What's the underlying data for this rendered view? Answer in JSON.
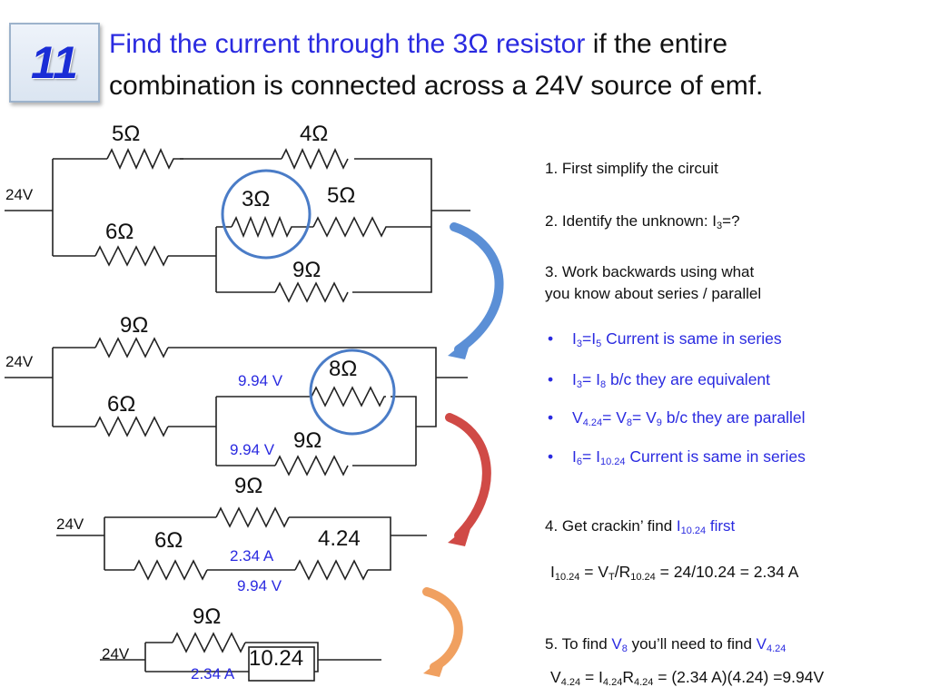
{
  "badge": {
    "number": "11"
  },
  "title": {
    "highlight": "Find the current through the 3Ω resistor",
    "rest_line1": " if the entire",
    "line2": "combination is connected across a 24V source of emf."
  },
  "diagram1": {
    "source": "24V",
    "r_top_left": "5Ω",
    "r_top_right": "4Ω",
    "r_mid_a": "3Ω",
    "r_mid_b": "5Ω",
    "r_left": "6Ω",
    "r_bottom": "9Ω"
  },
  "diagram2": {
    "source": "24V",
    "r_top": "9Ω",
    "r_left": "6Ω",
    "r_mid": "8Ω",
    "r_bottom": "9Ω",
    "v_mid": "9.94 V",
    "v_bottom": "9.94 V"
  },
  "diagram3": {
    "source": "24V",
    "r_top": "9Ω",
    "r_left": "6Ω",
    "r_right": "4.24",
    "current": "2.34 A",
    "voltage": "9.94 V"
  },
  "diagram4": {
    "source": "24V",
    "r_top": "9Ω",
    "r_bottom": "10.24",
    "current": "2.34 A"
  },
  "steps": {
    "s1": "1. First simplify the circuit",
    "s2_pre": "2. Identify the unknown: I",
    "s2_sub": "3",
    "s2_post": "=?",
    "s3_line1": "3. Work backwards using what",
    "s3_line2": "you know about series / parallel",
    "s4_pre": "4. Get crackin’ find ",
    "s4_var": "I",
    "s4_sub": "10.24",
    "s4_post": " first",
    "s5_pre": "5. To find ",
    "s5_var": "V",
    "s5_sub": "8",
    "s5_mid": " you’ll need to find ",
    "s5_var2": "V",
    "s5_sub2": "4.24"
  },
  "bullets": {
    "b1_a": "I",
    "b1_s1": "3",
    "b1_b": "=I",
    "b1_s2": "5",
    "b1_c": " Current is same in series",
    "b2_a": "I",
    "b2_s1": "3",
    "b2_b": "= I",
    "b2_s2": "8",
    "b2_c": " b/c they are equivalent",
    "b3_a": "V",
    "b3_s1": "4.24",
    "b3_b": "= V",
    "b3_s2": "8",
    "b3_c": "= V",
    "b3_s3": "9",
    "b3_d": "  b/c they are parallel",
    "b4_a": "I",
    "b4_s1": "6",
    "b4_b": "= I",
    "b4_s2": "10.24",
    "b4_c": " Current is same in series"
  },
  "equations": {
    "e1_a": "I",
    "e1_s1": "10.24",
    "e1_b": " = V",
    "e1_s2": "T",
    "e1_c": "/R",
    "e1_s3": "10.24",
    "e1_d": " = 24/10.24 = 2.34 A",
    "e2_a": "V",
    "e2_s1": "4.24",
    "e2_b": " = I",
    "e2_s2": "4.24",
    "e2_c": "R",
    "e2_s3": "4.24",
    "e2_d": " = (2.34 A)(4.24) =9.94V"
  },
  "colors": {
    "accent_blue": "#2a2ae0",
    "arrow1": "#5b8fd6",
    "arrow2": "#d04a46",
    "arrow3": "#f0a060",
    "circle": "#4a7cc7"
  }
}
